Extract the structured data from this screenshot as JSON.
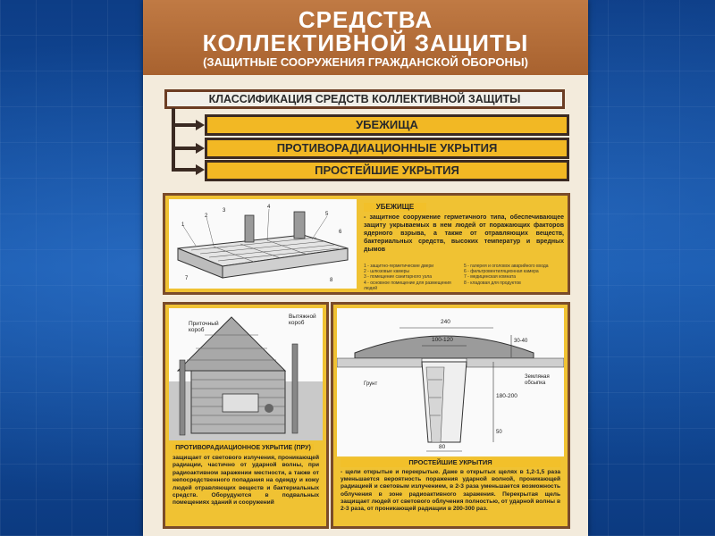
{
  "poster": {
    "title_line1": "СРЕДСТВА",
    "title_line2": "КОЛЛЕКТИВНОЙ ЗАЩИТЫ",
    "subtitle": "(ЗАЩИТНЫЕ СООРУЖЕНИЯ ГРАЖДАНСКОЙ ОБОРОНЫ)",
    "classification_header": "КЛАССИФИКАЦИЯ СРЕДСТВ КОЛЛЕКТИВНОЙ ЗАЩИТЫ",
    "categories": [
      "УБЕЖИЩА",
      "ПРОТИВОРАДИАЦИОННЫЕ УКРЫТИЯ",
      "ПРОСТЕЙШИЕ УКРЫТИЯ"
    ]
  },
  "shelter": {
    "label": "УБЕЖИЩЕ",
    "description": "- защитное сооружение герметичного типа, обеспечивающее защиту укрываемых в нем людей от поражающих факторов ядерного взрыва, а также от отравляющих веществ, бактериальных средств, высоких температур и вредных дымов",
    "legend": [
      "1 - защитно-герметические двери",
      "2 - шлюзовые камеры",
      "3 - помещение санитарного узла",
      "4 - основное помещение для размещения людей",
      "5 - галерея и оголовок аварийного входа",
      "6 - фильтровентиляционная камера",
      "7 - медицинская комната",
      "8 - кладовая для продуктов"
    ]
  },
  "anti_radiation": {
    "label": "ПРОТИВОРАДИАЦИОННОЕ УКРЫТИЕ (ПРУ)",
    "description": "защищает от светового излучения, проникающей радиации, частично от ударной волны, при радиоактивном заражении местности, а также от непосредственного попадания на одежду и кожу людей отравляющих веществ и бактериальных средств. Оборудуются в подвальных помещениях зданий и сооружений",
    "supply_duct": "Приточный короб",
    "exhaust_duct": "Вытяжной короб"
  },
  "simple": {
    "label": "ПРОСТЕЙШИЕ УКРЫТИЯ",
    "description": "- щели открытые и перекрытые. Даже в открытых щелях в 1,2-1,5 раза уменьшается вероятность поражения ударной волной, проникающей радиацией и световым излучением, в 2-3 раза уменьшается возможность облучения в зоне радиоактивного заражения. Перекрытая щель защищает людей от светового облучения полностью, от ударной волны в 2-3 раза, от проникающей радиации в 200-300 раз.",
    "dim_top": "240",
    "dim_inner": "100-120",
    "dim_depth": "180-200",
    "dim_bottom": "80",
    "dim_side": "30-40",
    "dim_small": "50",
    "label_left": "Грунт",
    "label_right": "Земляная обсыпка"
  },
  "colors": {
    "poster_bg": "#f3ebdc",
    "header": "#b06a36",
    "category_yellow": "#f2b824",
    "page_bg": "#10408a"
  }
}
